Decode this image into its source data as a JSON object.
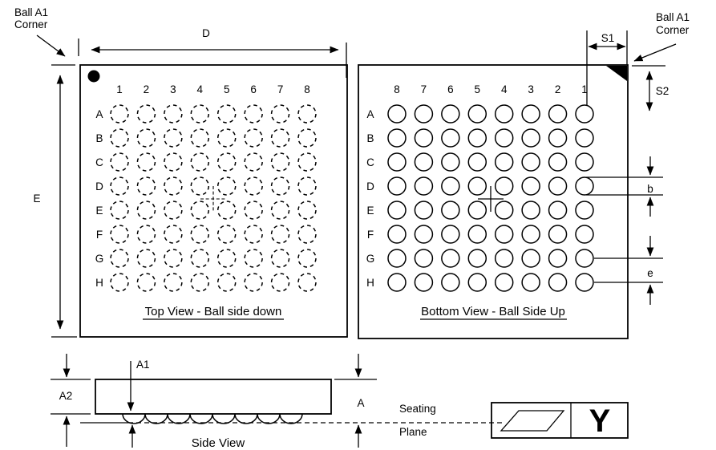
{
  "colors": {
    "ink": "#000000",
    "background": "#ffffff"
  },
  "callouts": {
    "left": {
      "line1": "Ball A1",
      "line2": "Corner"
    },
    "right": {
      "line1": "Ball A1",
      "line2": "Corner"
    }
  },
  "dimensions": {
    "D": "D",
    "E": "E",
    "S1": "S1",
    "S2": "S2",
    "b": "b",
    "e": "e",
    "A": "A",
    "A1": "A1",
    "A2": "A2"
  },
  "top_view": {
    "title": "Top View - Ball side down",
    "row_labels": [
      "A",
      "B",
      "C",
      "D",
      "E",
      "F",
      "G",
      "H"
    ],
    "col_labels": [
      "1",
      "2",
      "3",
      "4",
      "5",
      "6",
      "7",
      "8"
    ],
    "ball_style": "dashed",
    "pin1_marker": "filled-dot"
  },
  "bottom_view": {
    "title": "Bottom View - Ball Side Up",
    "row_labels": [
      "A",
      "B",
      "C",
      "D",
      "E",
      "F",
      "G",
      "H"
    ],
    "col_labels": [
      "8",
      "7",
      "6",
      "5",
      "4",
      "3",
      "2",
      "1"
    ],
    "ball_style": "solid",
    "corner_marker": "filled-triangle"
  },
  "side_view": {
    "label": "Side View",
    "seating_plane_line1": "Seating",
    "seating_plane_line2": "Plane",
    "datum_reference": "Y",
    "ball_count": 8
  }
}
